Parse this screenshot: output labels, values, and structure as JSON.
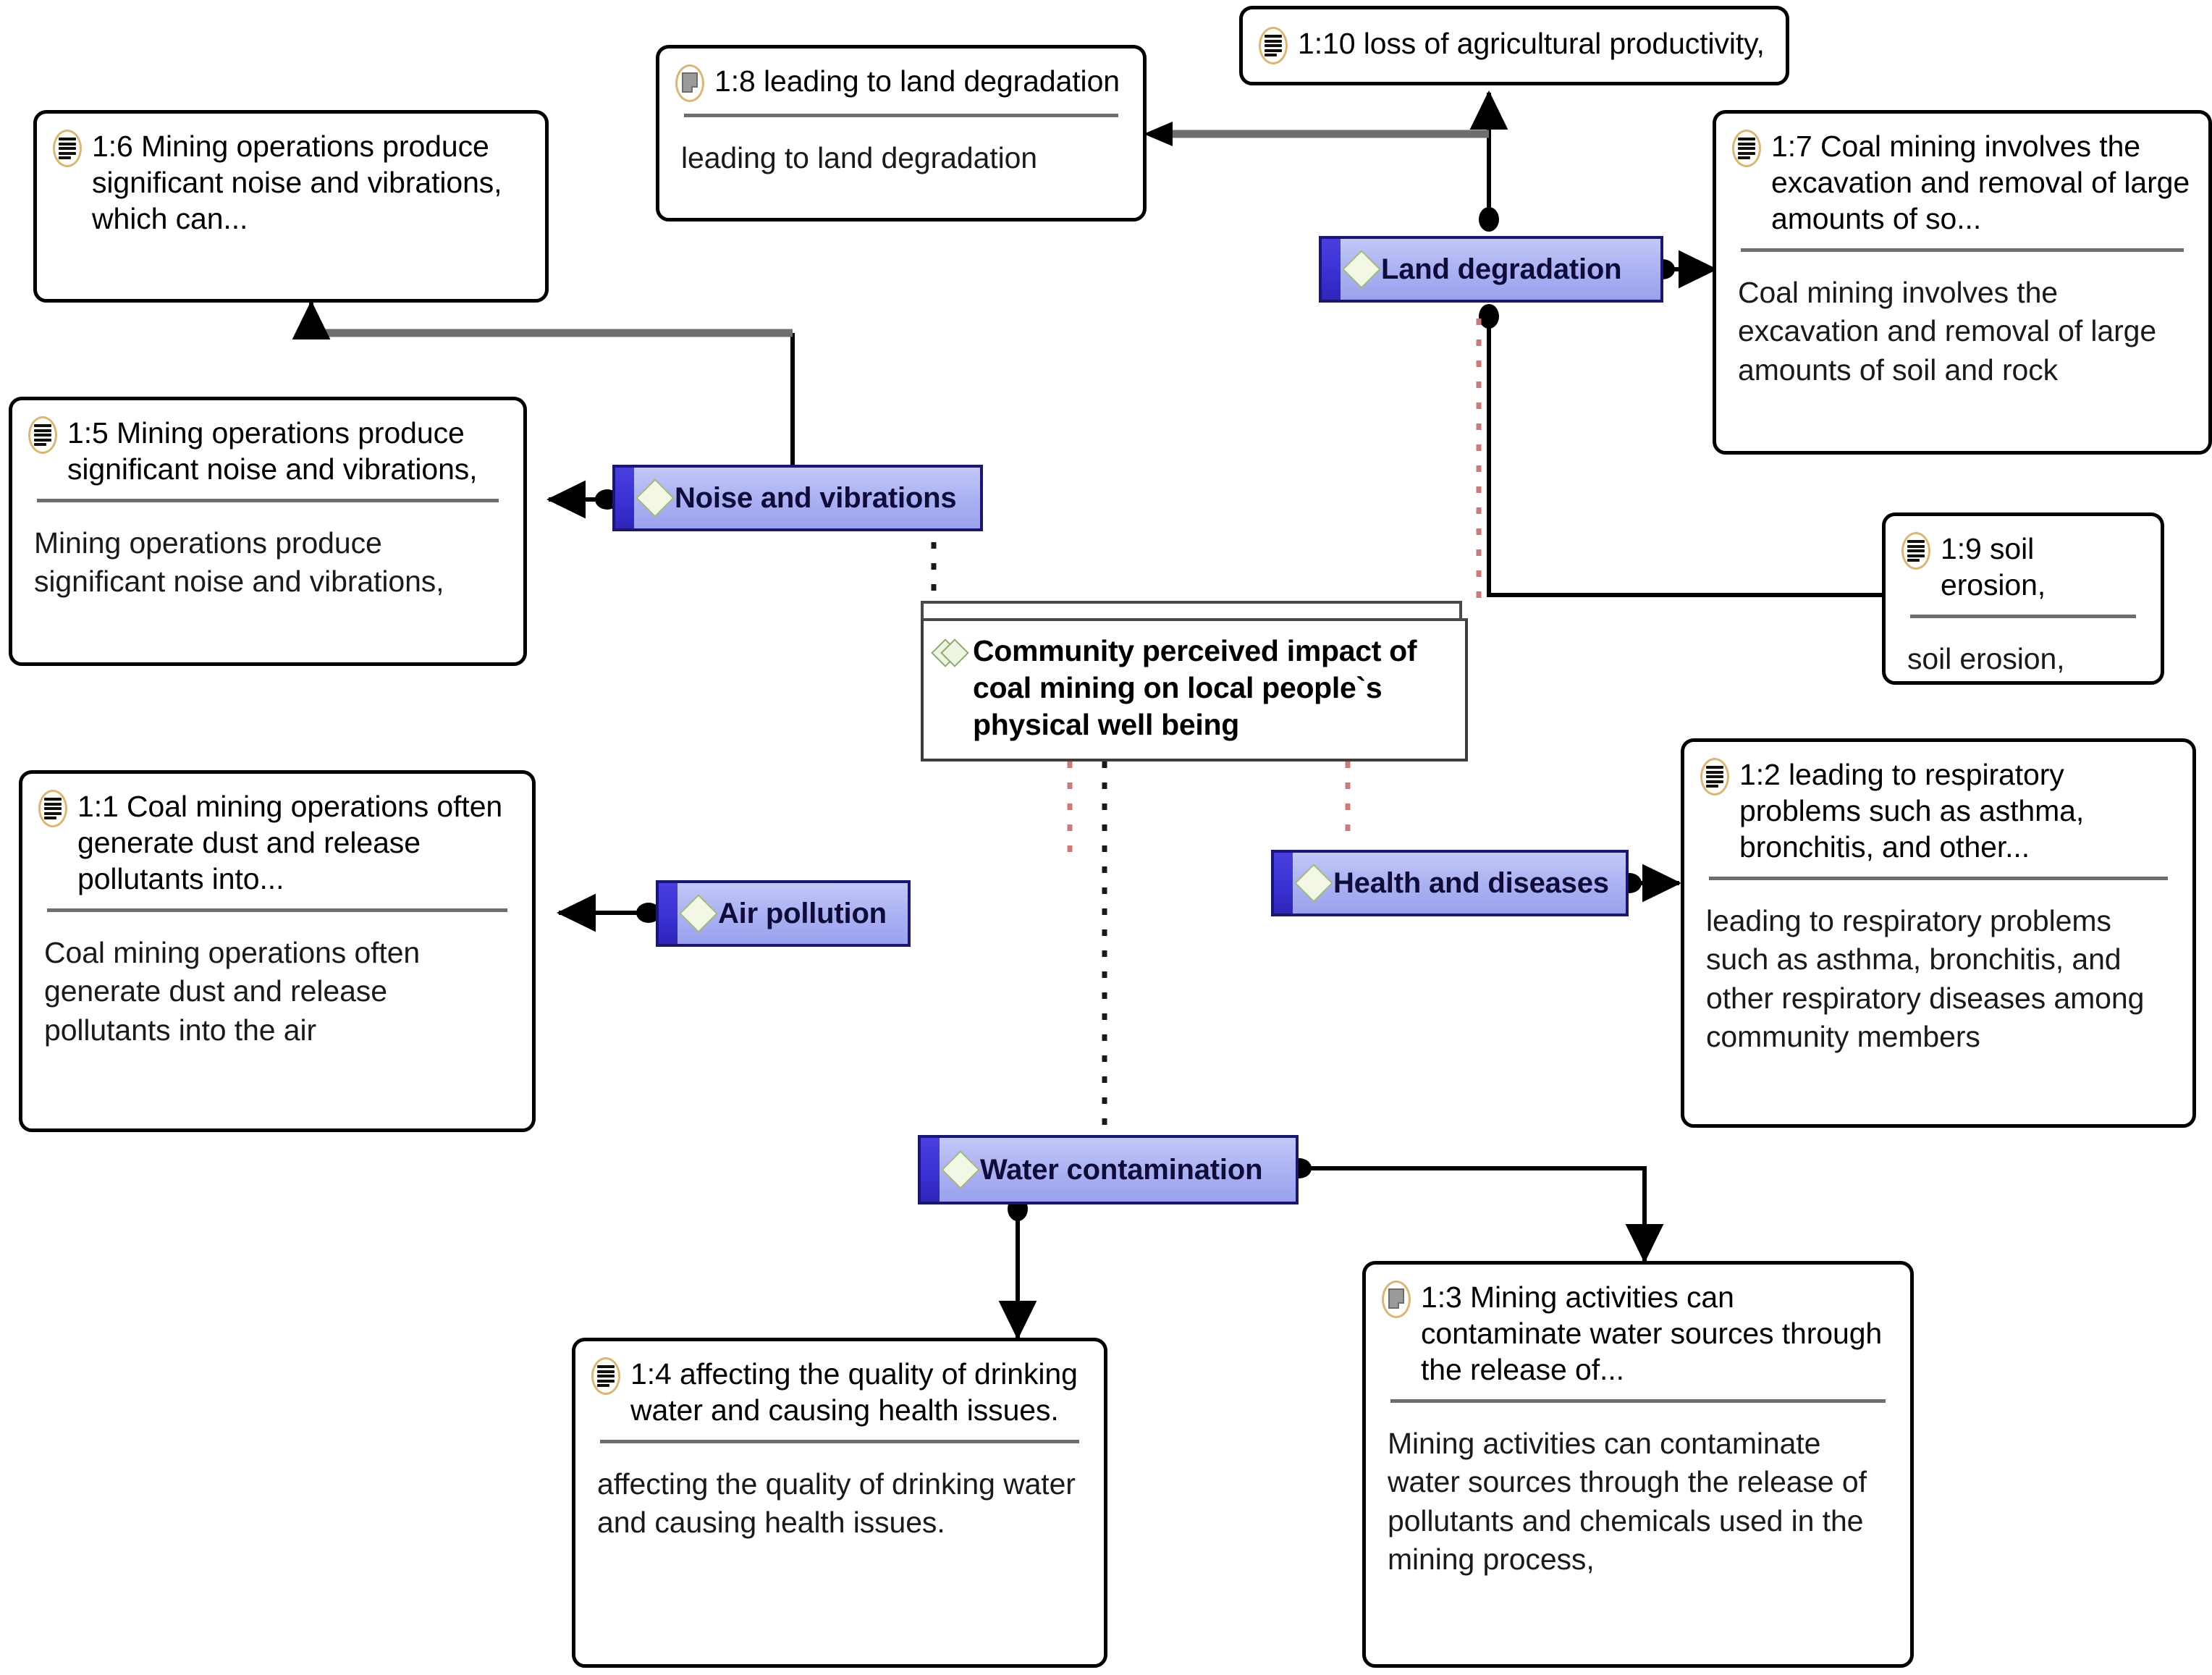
{
  "diagram": {
    "title": "Community perceived impact of coal mining on local people's physical well being",
    "colors": {
      "node_fill": "#aab0f2",
      "node_tab": "#3a2fd2",
      "node_border": "#1b1670",
      "diamond": "#f2f7e6",
      "quote_border": "#000000",
      "rule": "#6e6e6e",
      "icon_ring": "#d9b778",
      "edge_solid": "#000000",
      "edge_thick": "#6e6e6e",
      "edge_dotted_red": "#c97c7c",
      "edge_dotted_dark": "#1a1a1a"
    }
  },
  "central_node": {
    "icon": "double-diamond-icon",
    "label": "Community perceived impact of coal mining on local people`s physical well being"
  },
  "concept_nodes": [
    {
      "id": "land-degradation",
      "icon": "diamond-icon",
      "label": "Land degradation"
    },
    {
      "id": "noise-and-vibrations",
      "icon": "diamond-icon",
      "label": "Noise and vibrations"
    },
    {
      "id": "air-pollution",
      "icon": "diamond-icon",
      "label": "Air pollution"
    },
    {
      "id": "health-and-diseases",
      "icon": "diamond-icon",
      "label": "Health and diseases"
    },
    {
      "id": "water-contamination",
      "icon": "diamond-icon",
      "label": "Water contamination"
    }
  ],
  "quotations": [
    {
      "id": "q1-1",
      "icon": "document-icon",
      "header": "1:1 Coal mining operations often generate dust and release pollutants into...",
      "body": " Coal mining operations often generate dust and release pollutants into the air",
      "has_rule": true
    },
    {
      "id": "q1-2",
      "icon": "document-icon",
      "header": "1:2 leading to respiratory problems such as asthma, bronchitis, and other...",
      "body": "leading to respiratory problems such as asthma, bronchitis, and other respiratory diseases  among community members",
      "has_rule": true
    },
    {
      "id": "q1-3",
      "icon": "comment-icon",
      "header": "1:3 Mining activities can contaminate water sources through the release of...",
      "body": "Mining activities can contaminate water sources through the release of  pollutants and chemicals used in the mining process,",
      "has_rule": true
    },
    {
      "id": "q1-4",
      "icon": "document-icon",
      "header": "1:4 affecting the quality of drinking water and  causing health issues.",
      "body": " affecting the quality of drinking water and  causing health issues.",
      "has_rule": true
    },
    {
      "id": "q1-5",
      "icon": "document-icon",
      "header": "1:5 Mining operations produce significant noise and vibrations,",
      "body": "Mining operations produce significant noise and vibrations,",
      "has_rule": true
    },
    {
      "id": "q1-6",
      "icon": "document-icon",
      "header": "1:6 Mining operations produce significant noise and vibrations, which can...",
      "body": "",
      "has_rule": false
    },
    {
      "id": "q1-7",
      "icon": "document-icon",
      "header": "1:7 Coal mining involves the excavation and removal of large amounts of so...",
      "body": "Coal mining involves the excavation and removal of large amounts of soil  and rock",
      "has_rule": true
    },
    {
      "id": "q1-8",
      "icon": "comment-icon",
      "header": "1:8 leading to land degradation",
      "body": "leading to land degradation",
      "has_rule": true
    },
    {
      "id": "q1-9",
      "icon": "document-icon",
      "header": "1:9 soil erosion,",
      "body": "soil erosion,",
      "has_rule": true
    },
    {
      "id": "q1-10",
      "icon": "document-icon",
      "header": "1:10 loss of agricultural productivity,",
      "body": "",
      "has_rule": false
    }
  ]
}
